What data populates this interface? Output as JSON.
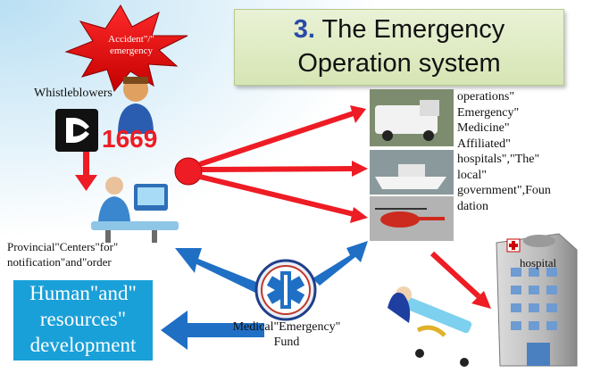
{
  "title": {
    "number": "3.",
    "line1": "The Emergency",
    "line2": "Operation system"
  },
  "burst": {
    "line1": "Accident\"/\"",
    "line2": "emergency"
  },
  "whistleblowers": "Whistleblowers",
  "hotline": "1669",
  "centers": {
    "line1": "Provincial\"Centers\"for\"",
    "line2": "notification\"and\"order"
  },
  "hr": {
    "line1": "Human\"and\"",
    "line2": "resources\"",
    "line3": "development"
  },
  "fund": {
    "line1": "Medical\"Emergency\"",
    "line2": "Fund"
  },
  "operations": [
    "operations\"",
    "Emergency\"",
    "Medicine\"",
    "Affiliated\"",
    "hospitals\",\"The\"",
    "local\"",
    "government\",Foun",
    "dation"
  ],
  "hospital": "hospital",
  "colors": {
    "arrow_red": "#ee1c24",
    "arrow_blue": "#1f6fc5",
    "title_num": "#2b4aa8",
    "hr_box": "#1aa0d8"
  }
}
